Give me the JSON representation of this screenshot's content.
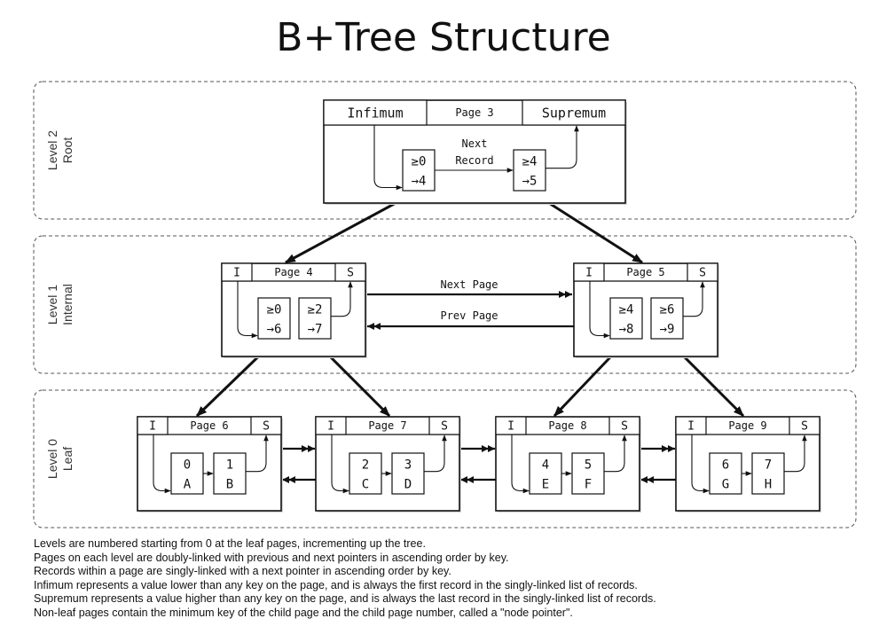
{
  "title": "B+Tree Structure",
  "levels": [
    {
      "name": "Level 2",
      "role": "Root"
    },
    {
      "name": "Level 1",
      "role": "Internal"
    },
    {
      "name": "Level 0",
      "role": "Leaf"
    }
  ],
  "root_page": {
    "label": "Page 3",
    "infimum": "Infimum",
    "supremum": "Supremum",
    "next_record_label": [
      "Next",
      "Record"
    ],
    "records": [
      {
        "key": "≥0",
        "ptr": "→4"
      },
      {
        "key": "≥4",
        "ptr": "→5"
      }
    ]
  },
  "internal_pages": [
    {
      "label": "Page 4",
      "inf": "I",
      "sup": "S",
      "records": [
        {
          "key": "≥0",
          "ptr": "→6"
        },
        {
          "key": "≥2",
          "ptr": "→7"
        }
      ]
    },
    {
      "label": "Page 5",
      "inf": "I",
      "sup": "S",
      "records": [
        {
          "key": "≥4",
          "ptr": "→8"
        },
        {
          "key": "≥6",
          "ptr": "→9"
        }
      ]
    }
  ],
  "internal_links": {
    "next": "Next Page",
    "prev": "Prev Page"
  },
  "leaf_pages": [
    {
      "label": "Page 6",
      "inf": "I",
      "sup": "S",
      "records": [
        {
          "key": "0",
          "val": "A"
        },
        {
          "key": "1",
          "val": "B"
        }
      ]
    },
    {
      "label": "Page 7",
      "inf": "I",
      "sup": "S",
      "records": [
        {
          "key": "2",
          "val": "C"
        },
        {
          "key": "3",
          "val": "D"
        }
      ]
    },
    {
      "label": "Page 8",
      "inf": "I",
      "sup": "S",
      "records": [
        {
          "key": "4",
          "val": "E"
        },
        {
          "key": "5",
          "val": "F"
        }
      ]
    },
    {
      "label": "Page 9",
      "inf": "I",
      "sup": "S",
      "records": [
        {
          "key": "6",
          "val": "G"
        },
        {
          "key": "7",
          "val": "H"
        }
      ]
    }
  ],
  "notes": [
    "Levels are numbered starting from 0 at the leaf pages, incrementing up the tree.",
    "Pages on each level are doubly-linked with previous and next pointers in ascending order by key.",
    "Records within a page are singly-linked with a next pointer in ascending order by key.",
    "Infimum represents a value lower than any key on the page, and is always the first record in the singly-linked list of records.",
    "Supremum represents a value higher than any key on the page, and is always the last record in the singly-linked list of records.",
    "Non-leaf pages contain the minimum key of the child page and the child page number, called a \"node pointer\"."
  ]
}
